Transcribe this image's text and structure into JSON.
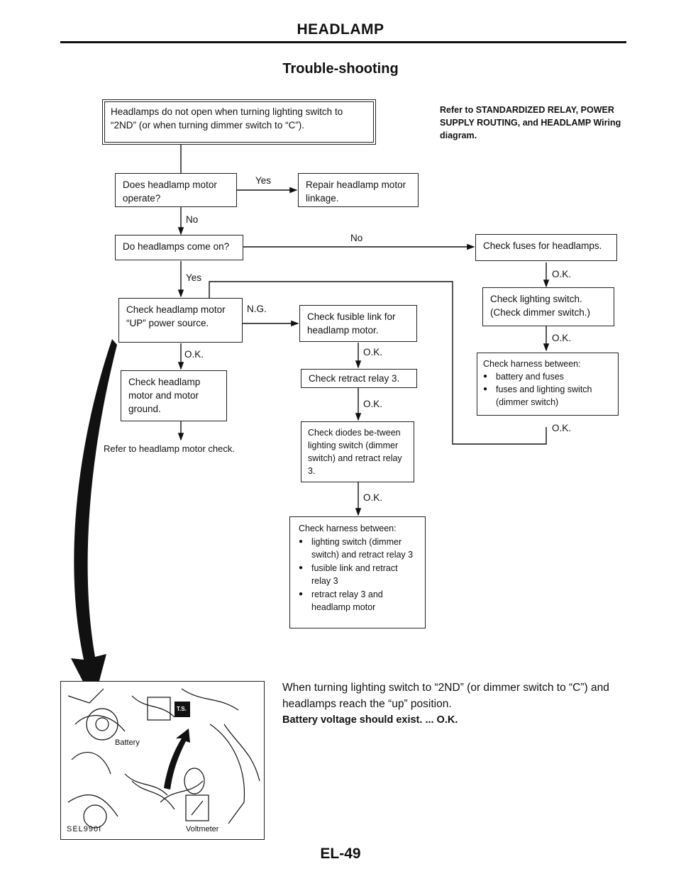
{
  "page": {
    "header": "HEADLAMP",
    "title": "Trouble-shooting",
    "footer": "EL-49"
  },
  "reference_note": "Refer to STANDARDIZED RELAY, POWER SUPPLY ROUTING, and HEADLAMP Wiring diagram.",
  "flow": {
    "start": "Headlamps do not open when turning lighting switch to “2ND” (or when turning dimmer switch to “C”).",
    "q_motor": "Does headlamp motor operate?",
    "repair_linkage": "Repair headlamp motor linkage.",
    "q_come_on": "Do headlamps come on?",
    "check_fuses": "Check fuses for headlamps.",
    "check_lighting_switch": "Check lighting switch. (Check dimmer switch.)",
    "harness_right": {
      "title": "Check harness between:",
      "items": [
        "battery and fuses",
        "fuses and lighting switch (dimmer switch)"
      ]
    },
    "check_up_power": "Check headlamp motor “UP” power source.",
    "check_motor_ground": "Check headlamp motor and motor ground.",
    "refer_motor_check": "Refer to headlamp motor check.",
    "check_fusible": "Check fusible link for headlamp motor.",
    "check_retract": "Check retract relay 3.",
    "check_diodes": "Check diodes be-tween lighting switch (dimmer switch) and retract relay 3.",
    "harness_center": {
      "title": "Check harness between:",
      "items": [
        "lighting switch (dimmer switch) and retract relay 3",
        "fusible link and retract relay 3",
        "retract relay 3 and headlamp motor"
      ]
    },
    "labels": {
      "yes": "Yes",
      "no": "No",
      "ok": "O.K.",
      "ng": "N.G."
    }
  },
  "figure": {
    "code": "SEL990I",
    "battery_label": "Battery",
    "voltmeter_label": "Voltmeter",
    "ts_label": "T.S."
  },
  "instruction": {
    "text": "When turning lighting switch to “2ND” (or dimmer switch to “C”) and headlamps reach the “up” position.",
    "result": "Battery voltage should exist. ... O.K."
  }
}
